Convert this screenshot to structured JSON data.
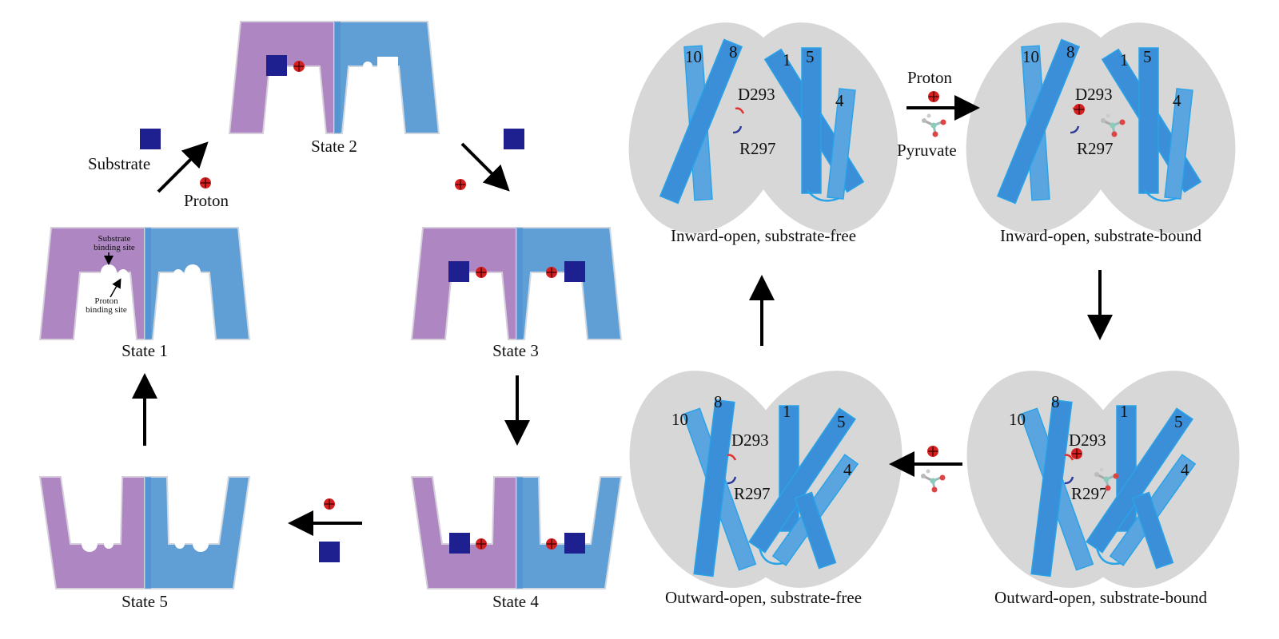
{
  "left_panel": {
    "states": [
      {
        "id": "state-1",
        "label": "State 1",
        "orientation": "inward-open",
        "substrate_left": false,
        "substrate_right": false,
        "annotations": [
          "Substrate binding site",
          "Proton binding site"
        ]
      },
      {
        "id": "state-2",
        "label": "State 2",
        "orientation": "inward-open",
        "substrate_left": true,
        "substrate_right": false
      },
      {
        "id": "state-3",
        "label": "State 3",
        "orientation": "inward-open",
        "substrate_left": true,
        "substrate_right": true
      },
      {
        "id": "state-4",
        "label": "State 4",
        "orientation": "outward-open",
        "substrate_left": true,
        "substrate_right": true
      },
      {
        "id": "state-5",
        "label": "State 5",
        "orientation": "outward-open",
        "substrate_left": false,
        "substrate_right": false
      }
    ],
    "annotations": {
      "substrate_site": "Substrate binding site",
      "substrate_site_l1": "Substrate",
      "substrate_site_l2": "binding site",
      "proton_site_l1": "Proton",
      "proton_site_l2": "binding site"
    },
    "legend": {
      "substrate": "Substrate",
      "proton": "Proton"
    }
  },
  "right_panel": {
    "conformations": [
      {
        "id": "inward-free",
        "label": "Inward-open, substrate-free",
        "bound": false
      },
      {
        "id": "inward-bound",
        "label": "Inward-open, substrate-bound",
        "bound": true
      },
      {
        "id": "outward-bound",
        "label": "Outward-open, substrate-bound",
        "bound": true
      },
      {
        "id": "outward-free",
        "label": "Outward-open, substrate-free",
        "bound": false
      }
    ],
    "helix_labels": [
      "10",
      "8",
      "1",
      "5",
      "4"
    ],
    "residues": [
      "D293",
      "R297"
    ],
    "arrow_labels": {
      "proton": "Proton",
      "pyruvate": "Pyruvate"
    }
  },
  "colors": {
    "left_domain": "#ad86c2",
    "right_domain": "#5f9fd6",
    "substrate": "#1f2090",
    "proton": "#d42020",
    "helix": "#3a8fd8",
    "helix_light": "#5aa5e0",
    "membrane_ellipse": "#d7d7d7"
  }
}
